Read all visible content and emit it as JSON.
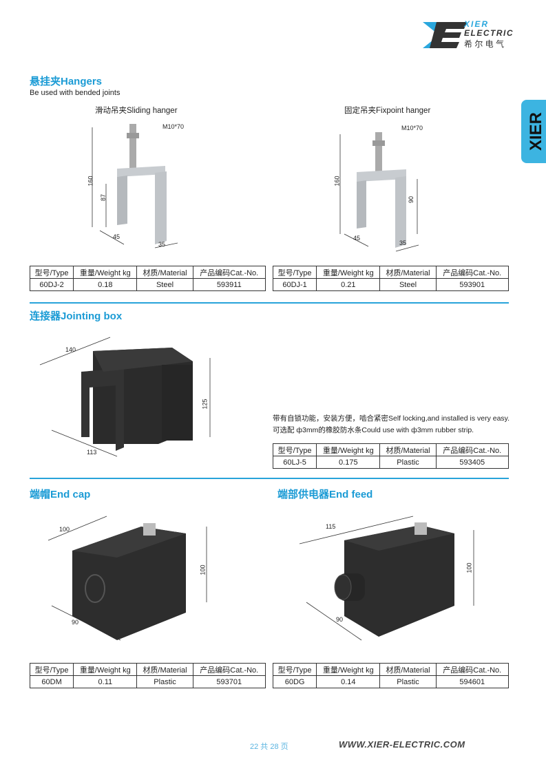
{
  "brand": {
    "line1": "XIER",
    "line2": "ELECTRIC",
    "cn": "希 尔 电 气",
    "tab": "XIER",
    "colors": {
      "accent": "#1b9bd5",
      "dark": "#333"
    }
  },
  "hangers": {
    "title": "悬挂夹Hangers",
    "subtitle": "Be used with bended joints",
    "sliding": {
      "caption": "滑动吊夹Sliding hanger",
      "dims": [
        "M10*70",
        "160",
        "87",
        "45",
        "35"
      ]
    },
    "fixpoint": {
      "caption": "固定吊夹Fixpoint hanger",
      "dims": [
        "M10*70",
        "160",
        "90",
        "45",
        "35"
      ]
    }
  },
  "headers": [
    "型号/Type",
    "重量/Weight kg",
    "材质/Material",
    "产品编码Cat.-No."
  ],
  "tables": {
    "sliding": [
      "60DJ-2",
      "0.18",
      "Steel",
      "593911"
    ],
    "fixpoint": [
      "60DJ-1",
      "0.21",
      "Steel",
      "593901"
    ],
    "jointing": [
      "60LJ-5",
      "0.175",
      "Plastic",
      "593405"
    ],
    "endcap": [
      "60DM",
      "0.11",
      "Plastic",
      "593701"
    ],
    "endfeed": [
      "60DG",
      "0.14",
      "Plastic",
      "594601"
    ]
  },
  "jointing": {
    "title": "连接器Jointing box",
    "dims": [
      "140",
      "125",
      "113"
    ],
    "desc1": "带有自锁功能，安装方便，啮合紧密Self locking,and installed is very easy.",
    "desc2": "可选配 ф3mm的橡胶防水条Could use with  ф3mm rubber strip."
  },
  "endcap": {
    "title": "端帽End cap",
    "dims": [
      "100",
      "100",
      "90"
    ]
  },
  "endfeed": {
    "title": "端部供电器End feed",
    "dims": [
      "115",
      "100",
      "90"
    ]
  },
  "footer": {
    "page": "22 共 28 页",
    "url": "WWW.XIER-ELECTRIC.COM"
  }
}
